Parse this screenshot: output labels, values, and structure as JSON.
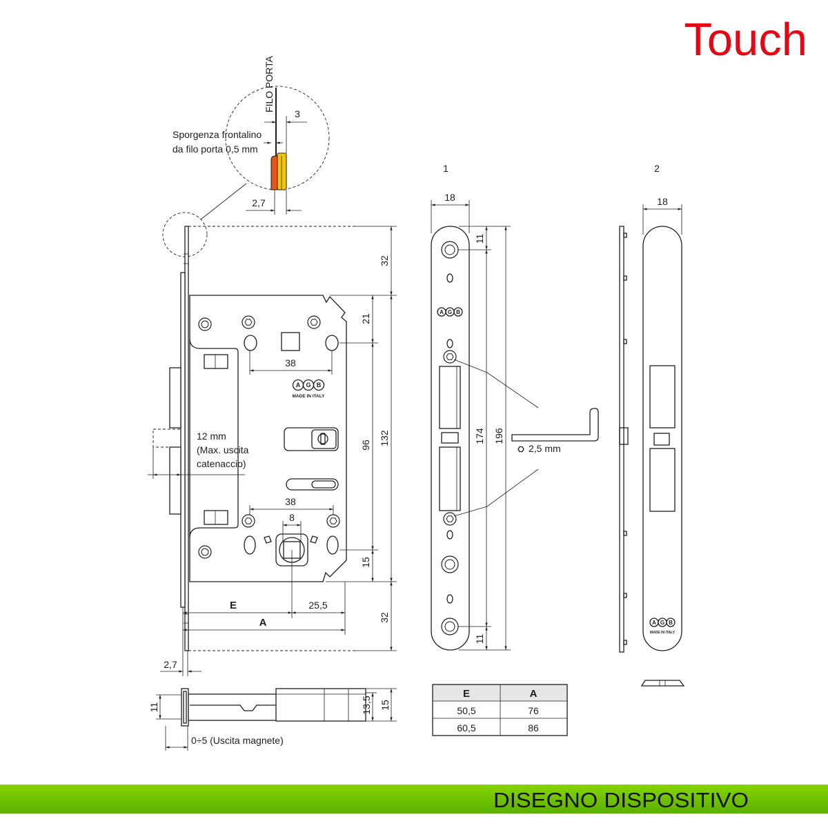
{
  "title": "Touch",
  "footer": "DISEGNO DISPOSITIVO",
  "colors": {
    "title": "#e30613",
    "footer_bar": "#6cbf00",
    "detail_orange": "#e8541c",
    "detail_yellow": "#f7c600",
    "table_header": "#e6e6e6"
  },
  "detail": {
    "door_line": "FILO PORTA",
    "dim_3": "3",
    "note_line1": "Sporgenza frontalino",
    "note_line2": "da filo porta 0,5 mm",
    "dim_2_7": "2,7"
  },
  "lock": {
    "dim_top_32": "32",
    "dim_21": "21",
    "dim_132": "132",
    "dim_96": "96",
    "dim_15": "15",
    "dim_bottom_32": "32",
    "dim_38_top": "38",
    "dim_38_bottom": "38",
    "dim_8": "8",
    "bolt_note": [
      "12 mm",
      "(Max. uscita",
      "catenaccio)"
    ],
    "dim_E": "E",
    "dim_25_5": "25,5",
    "dim_A": "A",
    "dim_2_7": "2,7",
    "logo_letters": [
      "A",
      "G",
      "B"
    ],
    "made_in": "MADE IN ITALY"
  },
  "section": {
    "dim_11": "11",
    "dim_13_5": "13,5",
    "dim_15": "15",
    "magnet_note": "0÷5 (Uscita magnete)"
  },
  "strike1": {
    "label": "1",
    "width": "18",
    "dim_11_top": "11",
    "dim_174": "174",
    "dim_196": "196",
    "dim_11_bottom": "11",
    "logo_letters": [
      "A",
      "G",
      "B"
    ]
  },
  "hex_key": {
    "size": "2,5 mm"
  },
  "strike2": {
    "label": "2",
    "width": "18",
    "logo_letters": [
      "A",
      "G",
      "B"
    ],
    "made_in": "MADE IN ITALY"
  },
  "table": {
    "headers": [
      "E",
      "A"
    ],
    "rows": [
      [
        "50,5",
        "76"
      ],
      [
        "60,5",
        "86"
      ]
    ]
  }
}
